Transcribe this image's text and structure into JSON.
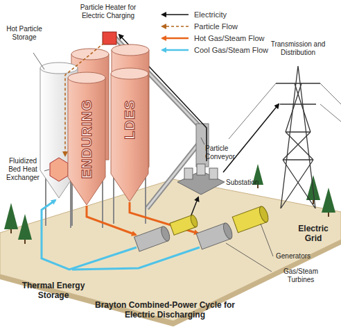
{
  "diagram": {
    "labels": [
      "Particle Heater for Electric Charging",
      "Hot Particle Storage",
      "ENDURING",
      "LDES",
      "Particle Conveyor",
      "Transmission and Distribution",
      "Fluidized Bed Heat Exchanger",
      "Substation",
      "Electric Grid",
      "Generators",
      "Gas/Steam Turbines",
      "Thermal Energy Storage",
      "Brayton Combined-Power Cycle for Electric Discharging"
    ],
    "legend": [
      {
        "text": "Electricity"
      },
      {
        "text": "Particle Flow"
      },
      {
        "text": "Hot Gas/Steam Flow"
      },
      {
        "text": "Cool Gas/Steam Flow"
      }
    ]
  }
}
